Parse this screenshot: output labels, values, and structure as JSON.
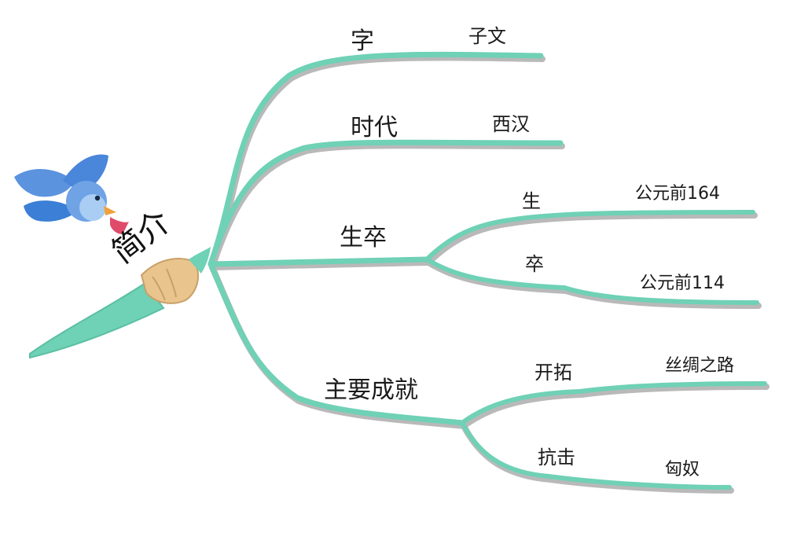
{
  "root": {
    "label": "简介"
  },
  "branches": [
    {
      "label": "字",
      "children": [
        {
          "label": "子文"
        }
      ]
    },
    {
      "label": "时代",
      "children": [
        {
          "label": "西汉"
        }
      ]
    },
    {
      "label": "生卒",
      "children": [
        {
          "label": "生",
          "children": [
            {
              "label": "公元前164"
            }
          ]
        },
        {
          "label": "卒",
          "children": [
            {
              "label": "公元前114"
            }
          ]
        }
      ]
    },
    {
      "label": "主要成就",
      "children": [
        {
          "label": "开拓",
          "children": [
            {
              "label": "丝绸之路"
            }
          ]
        },
        {
          "label": "抗击",
          "children": [
            {
              "label": "匈奴"
            }
          ]
        }
      ]
    }
  ],
  "colors": {
    "branch": "#6fd1b5",
    "shadow": "#b9b9b9",
    "bird": "#3b7fd6",
    "brush_handle": "#6fd1b5",
    "brush_ferrule": "#e9c48d"
  },
  "icons": [
    "bird-icon",
    "brush-icon"
  ]
}
